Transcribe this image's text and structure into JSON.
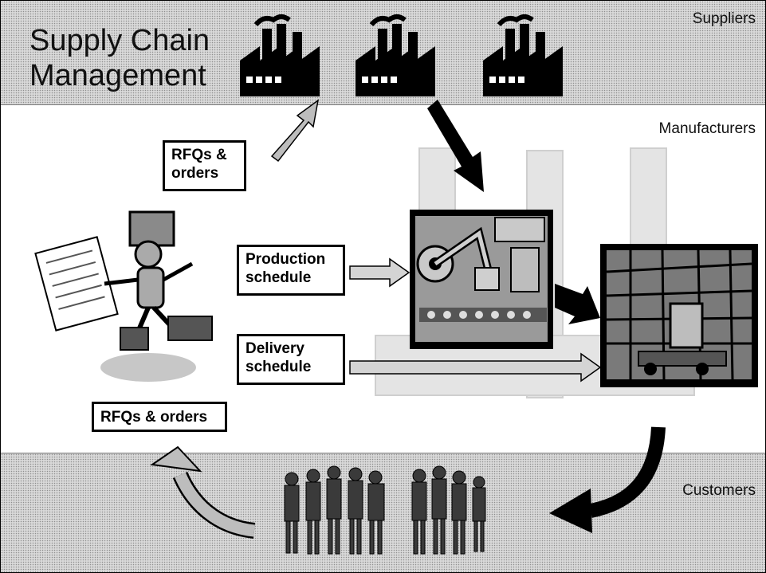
{
  "title": {
    "line1": "Supply Chain",
    "line2": "Management"
  },
  "roles": {
    "suppliers": "Suppliers",
    "manufacturers": "Manufacturers",
    "customers": "Customers"
  },
  "labels": {
    "rfqs_top": {
      "line1": "RFQs &",
      "line2": "orders"
    },
    "production": {
      "line1": "Production",
      "line2": "schedule"
    },
    "delivery": {
      "line1": "Delivery",
      "line2": "schedule"
    },
    "rfqs_bottom": "RFQs & orders"
  },
  "colors": {
    "band": "#d9d9d9",
    "arrow_light": "#bdbdbd",
    "arrow_dark": "#000000"
  }
}
